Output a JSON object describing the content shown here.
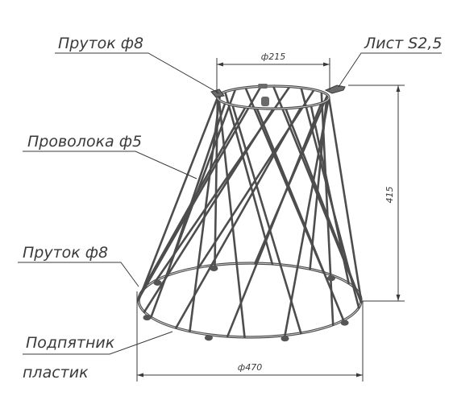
{
  "labels": {
    "top_rod": "Пруток ф8",
    "sheet": "Лист S2,5",
    "wire": "Проволока ф5",
    "bottom_rod": "Пруток ф8",
    "support_line1": "Подпятник",
    "support_line2": "пластик"
  },
  "dimensions": {
    "top_diameter": "ф215",
    "height": "415",
    "bottom_diameter": "ф470"
  },
  "colors": {
    "line": "#3a3a3a",
    "metal": "#4a4a4a",
    "background": "#ffffff"
  }
}
